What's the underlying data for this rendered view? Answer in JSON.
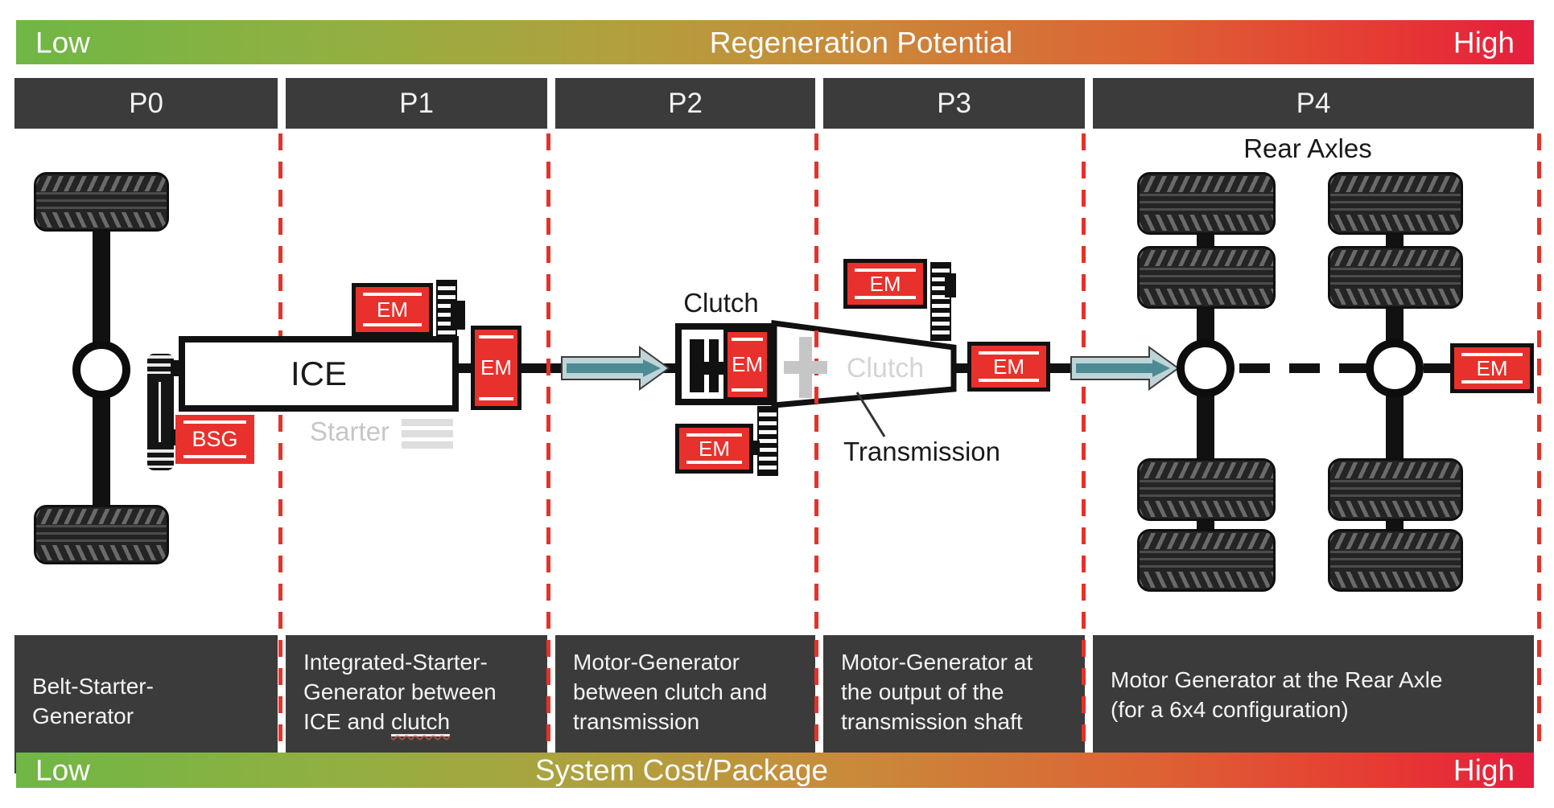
{
  "top_bar": {
    "left_label": "Low",
    "center_label": "Regeneration Potential",
    "right_label": "High"
  },
  "bottom_bar": {
    "left_label": "Low",
    "center_label": "System Cost/Package",
    "right_label": "High"
  },
  "columns": [
    {
      "header": "P0",
      "description": "Belt-Starter-\nGenerator"
    },
    {
      "header": "P1",
      "description_pre": "Integrated-Starter-\nGenerator between\nICE and ",
      "description_underlined": "clutch"
    },
    {
      "header": "P2",
      "description": "Motor-Generator\nbetween clutch and\ntransmission"
    },
    {
      "header": "P3",
      "description": "Motor-Generator at\nthe output of the\ntransmission shaft"
    },
    {
      "header": "P4",
      "description": "Motor Generator at the Rear Axle\n(for a 6x4 configuration)"
    }
  ],
  "diagram_labels": {
    "ice": "ICE",
    "starter": "Starter",
    "clutch": "Clutch",
    "clutch_ghost": "Clutch",
    "transmission": "Transmission",
    "rear_axles": "Rear Axles",
    "em": "EM",
    "bsg": "BSG"
  },
  "colors": {
    "machine_red": "#e8312c",
    "dashed_red": "#e63229",
    "panel_dark": "#3b3b3b",
    "gradient_low": "#6fb745",
    "gradient_mid": "#c98a3a",
    "gradient_high": "#e51e3e",
    "arrow_light": "#bfd4d8",
    "arrow_dark": "#4d8b94"
  }
}
